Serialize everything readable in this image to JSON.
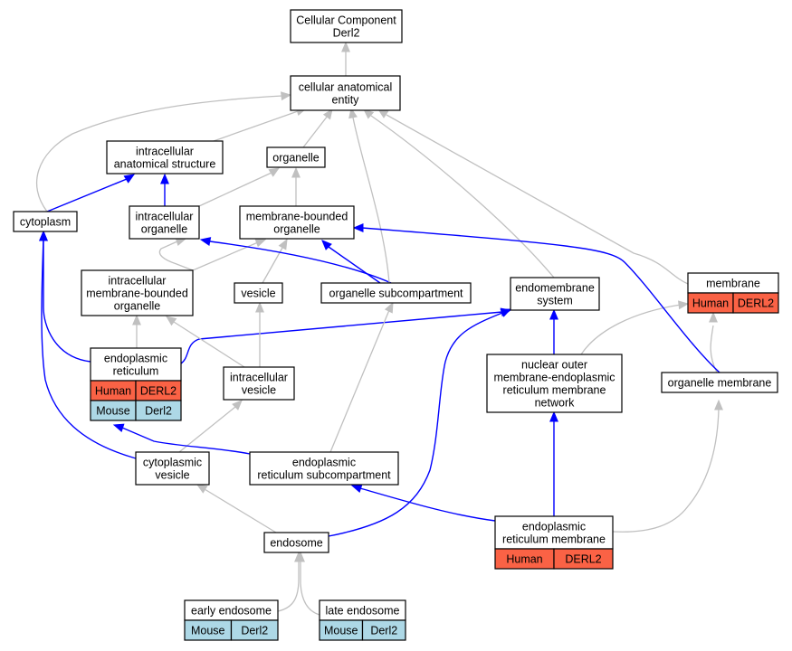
{
  "colors": {
    "human": "#fa6245",
    "mouse": "#add8e6",
    "is_a": "#c0c0c0",
    "part_of": "#0000ff"
  },
  "nodes": {
    "root": {
      "lines": [
        "Cellular Component",
        "Derl2"
      ]
    },
    "cae": {
      "lines": [
        "cellular anatomical",
        "entity"
      ]
    },
    "ias": {
      "lines": [
        "intracellular",
        "anatomical structure"
      ]
    },
    "organelle": {
      "lines": [
        "organelle"
      ]
    },
    "cytoplasm": {
      "lines": [
        "cytoplasm"
      ]
    },
    "io": {
      "lines": [
        "intracellular",
        "organelle"
      ]
    },
    "mbo": {
      "lines": [
        "membrane-bounded",
        "organelle"
      ]
    },
    "imbo": {
      "lines": [
        "intracellular",
        "membrane-bounded",
        "organelle"
      ]
    },
    "vesicle": {
      "lines": [
        "vesicle"
      ]
    },
    "osub": {
      "lines": [
        "organelle subcompartment"
      ]
    },
    "endo_sys": {
      "lines": [
        "endomembrane",
        "system"
      ]
    },
    "membrane": {
      "lines": [
        "membrane"
      ],
      "cells": [
        {
          "text": "Human",
          "kind": "human"
        },
        {
          "text": "DERL2",
          "kind": "human"
        }
      ]
    },
    "er": {
      "lines": [
        "endoplasmic",
        "reticulum"
      ],
      "cells": [
        {
          "text": "Human",
          "kind": "human"
        },
        {
          "text": "DERL2",
          "kind": "human"
        },
        {
          "text": "Mouse",
          "kind": "mouse"
        },
        {
          "text": "Derl2",
          "kind": "mouse"
        }
      ]
    },
    "iv": {
      "lines": [
        "intracellular",
        "vesicle"
      ]
    },
    "nuc": {
      "lines": [
        "nuclear outer",
        "membrane-endoplasmic",
        "reticulum membrane",
        "network"
      ]
    },
    "om": {
      "lines": [
        "organelle membrane"
      ]
    },
    "cv": {
      "lines": [
        "cytoplasmic",
        "vesicle"
      ]
    },
    "ersub": {
      "lines": [
        "endoplasmic",
        "reticulum subcompartment"
      ]
    },
    "endosome": {
      "lines": [
        "endosome"
      ]
    },
    "erm": {
      "lines": [
        "endoplasmic",
        "reticulum membrane"
      ],
      "cells": [
        {
          "text": "Human",
          "kind": "human"
        },
        {
          "text": "DERL2",
          "kind": "human"
        }
      ]
    },
    "early": {
      "lines": [
        "early endosome"
      ],
      "cells": [
        {
          "text": "Mouse",
          "kind": "mouse"
        },
        {
          "text": "Derl2",
          "kind": "mouse"
        }
      ]
    },
    "late": {
      "lines": [
        "late endosome"
      ],
      "cells": [
        {
          "text": "Mouse",
          "kind": "mouse"
        },
        {
          "text": "Derl2",
          "kind": "mouse"
        }
      ]
    }
  },
  "edges": [
    {
      "from": "cae",
      "to": "root",
      "type": "is_a"
    },
    {
      "from": "ias",
      "to": "cae",
      "type": "is_a"
    },
    {
      "from": "organelle",
      "to": "cae",
      "type": "is_a"
    },
    {
      "from": "cytoplasm",
      "to": "cae",
      "type": "is_a"
    },
    {
      "from": "cytoplasm",
      "to": "ias",
      "type": "part_of"
    },
    {
      "from": "io",
      "to": "ias",
      "type": "part_of"
    },
    {
      "from": "io",
      "to": "organelle",
      "type": "is_a"
    },
    {
      "from": "mbo",
      "to": "organelle",
      "type": "is_a"
    },
    {
      "from": "imbo",
      "to": "io",
      "type": "is_a"
    },
    {
      "from": "imbo",
      "to": "mbo",
      "type": "is_a"
    },
    {
      "from": "vesicle",
      "to": "mbo",
      "type": "is_a"
    },
    {
      "from": "osub",
      "to": "io",
      "type": "part_of"
    },
    {
      "from": "osub",
      "to": "mbo",
      "type": "part_of"
    },
    {
      "from": "osub",
      "to": "cae",
      "type": "is_a"
    },
    {
      "from": "endo_sys",
      "to": "cae",
      "type": "is_a"
    },
    {
      "from": "membrane",
      "to": "cae",
      "type": "is_a"
    },
    {
      "from": "er",
      "to": "cytoplasm",
      "type": "part_of"
    },
    {
      "from": "er",
      "to": "imbo",
      "type": "is_a"
    },
    {
      "from": "er",
      "to": "endo_sys",
      "type": "part_of"
    },
    {
      "from": "iv",
      "to": "imbo",
      "type": "is_a"
    },
    {
      "from": "iv",
      "to": "vesicle",
      "type": "is_a"
    },
    {
      "from": "nuc",
      "to": "endo_sys",
      "type": "part_of"
    },
    {
      "from": "nuc",
      "to": "membrane",
      "type": "is_a"
    },
    {
      "from": "om",
      "to": "membrane",
      "type": "is_a"
    },
    {
      "from": "om",
      "to": "mbo",
      "type": "part_of"
    },
    {
      "from": "cv",
      "to": "cytoplasm",
      "type": "part_of"
    },
    {
      "from": "cv",
      "to": "iv",
      "type": "is_a"
    },
    {
      "from": "ersub",
      "to": "er",
      "type": "part_of"
    },
    {
      "from": "ersub",
      "to": "osub",
      "type": "is_a"
    },
    {
      "from": "endosome",
      "to": "cv",
      "type": "is_a"
    },
    {
      "from": "endosome",
      "to": "endo_sys",
      "type": "part_of"
    },
    {
      "from": "erm",
      "to": "nuc",
      "type": "part_of"
    },
    {
      "from": "erm",
      "to": "ersub",
      "type": "part_of"
    },
    {
      "from": "erm",
      "to": "om",
      "type": "is_a"
    },
    {
      "from": "early",
      "to": "endosome",
      "type": "is_a"
    },
    {
      "from": "late",
      "to": "endosome",
      "type": "is_a"
    }
  ]
}
